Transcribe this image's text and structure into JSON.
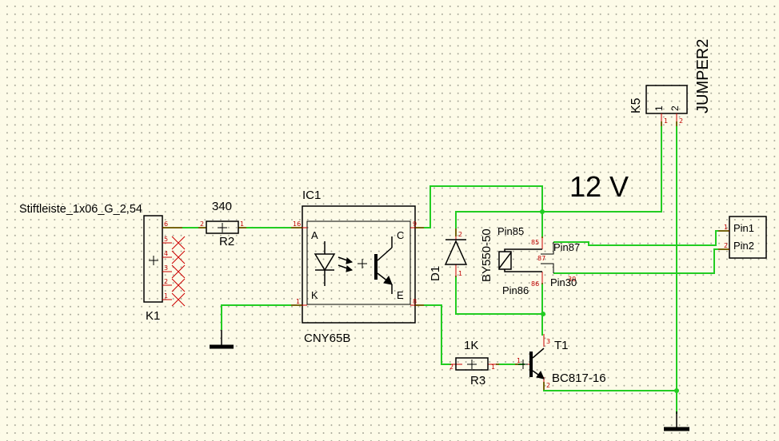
{
  "annotation": {
    "voltage": "12 V"
  },
  "connector_k1": {
    "part_name": "Stiftleiste_1x06_G_2,54",
    "ref": "K1",
    "pins": [
      "6",
      "5",
      "4",
      "3",
      "2",
      "1"
    ]
  },
  "resistor_r2": {
    "value": "340",
    "ref": "R2",
    "pin_a": "2",
    "pin_b": "1"
  },
  "optocoupler_ic1": {
    "ref": "IC1",
    "part": "CNY65B",
    "anode": "A",
    "cathode": "K",
    "collector": "C",
    "emitter": "E",
    "pin_a": "16",
    "pin_k": "1",
    "pin_c": "9",
    "pin_e": "8"
  },
  "diode_d1": {
    "ref": "D1",
    "part": "BY550-50",
    "pin_top": "2",
    "pin_bottom": "1"
  },
  "relay": {
    "pin85": "Pin85",
    "pin86": "Pin86",
    "pin87": "Pin87",
    "pin30": "Pin30",
    "num85": "85",
    "num86": "86",
    "num87": "87",
    "num30": "30"
  },
  "resistor_r3": {
    "value": "1K",
    "ref": "R3",
    "pin_a": "2",
    "pin_b": "1"
  },
  "transistor_t1": {
    "ref": "T1",
    "part": "BC817-16",
    "pin_c": "3",
    "pin_b": "1",
    "pin_e": "2"
  },
  "jumper_k5": {
    "ref": "K5",
    "part": "JUMPER2",
    "pin1": "1",
    "pin2": "2"
  },
  "output_connector": {
    "pin1": "Pin1",
    "pin2": "Pin2",
    "num1": "1",
    "num2": "2"
  },
  "colors": {
    "wire": "#22cc22",
    "pin": "#cc0000",
    "body": "#000000",
    "background": "#fdfbe8"
  }
}
